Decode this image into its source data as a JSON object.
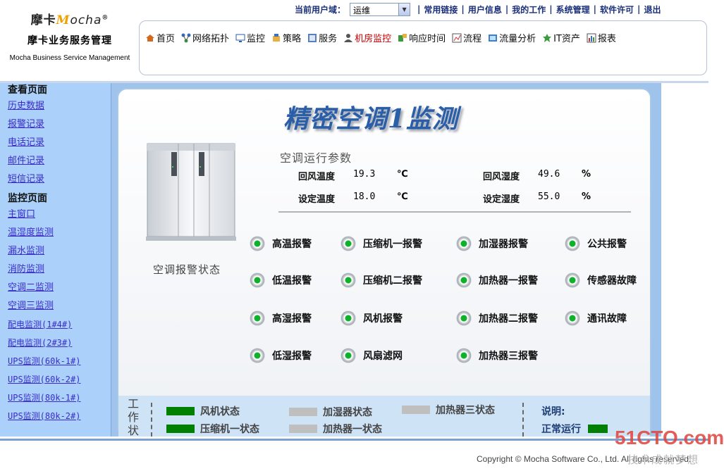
{
  "logo": {
    "brand_cn": "摩卡",
    "brand_en": "ocha",
    "brand_mark": "M",
    "registered": "®",
    "title": "摩卡业务服务管理",
    "subtitle": "Mocha Business Service Management"
  },
  "topbar": {
    "domain_label": "当前用户域：",
    "domain_value": "运维",
    "links": [
      "常用链接",
      "用户信息",
      "我的工作",
      "系统管理",
      "软件许可",
      "退出"
    ],
    "separator": "|"
  },
  "nav": {
    "items": [
      {
        "label": "首页",
        "icon": "home-icon"
      },
      {
        "label": "网络拓扑",
        "icon": "topology-icon"
      },
      {
        "label": "监控",
        "icon": "monitor-icon"
      },
      {
        "label": "策略",
        "icon": "policy-icon"
      },
      {
        "label": "服务",
        "icon": "service-icon"
      },
      {
        "label": "机房监控",
        "icon": "user-icon"
      },
      {
        "label": "响应时间",
        "icon": "response-icon"
      },
      {
        "label": "流程",
        "icon": "flow-icon"
      },
      {
        "label": "流量分析",
        "icon": "traffic-icon"
      },
      {
        "label": "IT资产",
        "icon": "asset-icon"
      },
      {
        "label": "报表",
        "icon": "report-icon"
      }
    ],
    "active": "机房监控"
  },
  "sidebar": {
    "view_heading": "查看页面",
    "view_links": [
      "历史数据",
      "报警记录",
      "电话记录",
      "邮件记录",
      "短信记录"
    ],
    "monitor_heading": "监控页面",
    "monitor_links": [
      "主窗口",
      "温湿度监测",
      "漏水监测",
      "消防监测",
      "空调二监测",
      "空调三监测",
      "配电监测(1#4#)",
      "配电监测(2#3#)",
      "UPS监测(60k-1#)",
      "UPS监测(60k-2#)",
      "UPS监测(80k-1#)",
      "UPS监测(80k-2#)"
    ]
  },
  "main": {
    "title": "精密空调1监测",
    "params_title": "空调运行参数",
    "params": {
      "return_temp": {
        "label": "回风温度",
        "value": "19.3",
        "unit": "℃"
      },
      "return_humidity": {
        "label": "回风湿度",
        "value": "49.6",
        "unit": "%"
      },
      "set_temp": {
        "label": "设定温度",
        "value": "18.0",
        "unit": "℃"
      },
      "set_humidity": {
        "label": "设定湿度",
        "value": "55.0",
        "unit": "%"
      }
    },
    "alarm_state_label": "空调报警状态",
    "alarms": [
      [
        "高温报警",
        "压缩机一报警",
        "加湿器报警",
        "公共报警"
      ],
      [
        "低温报警",
        "压缩机二报警",
        "加热器一报警",
        "传感器故障"
      ],
      [
        "高湿报警",
        "风机报警",
        "加热器二报警",
        "通讯故障"
      ],
      [
        "低湿报警",
        "风扇滤网",
        "加热器三报警"
      ]
    ],
    "alarm_led_color": "#0fb02a"
  },
  "work": {
    "label": "工作状",
    "states": [
      {
        "label": "风机状态",
        "color": "#008000"
      },
      {
        "label": "加湿器状态",
        "color": "#bfbfbf"
      },
      {
        "label": "加热器三状态",
        "color": "#bfbfbf"
      },
      {
        "label": "压缩机一状态",
        "color": "#008000"
      },
      {
        "label": "加热器一状态",
        "color": "#bfbfbf"
      }
    ],
    "legend_title": "说明:",
    "legend_normal": "正常运行",
    "legend_normal_color": "#008000"
  },
  "footer": {
    "copyright": "Copyright © Mocha Software Co., Ltd. All rights reserved.",
    "watermark": "51CTO.com",
    "watermark_sub": "技术成就梦想"
  }
}
